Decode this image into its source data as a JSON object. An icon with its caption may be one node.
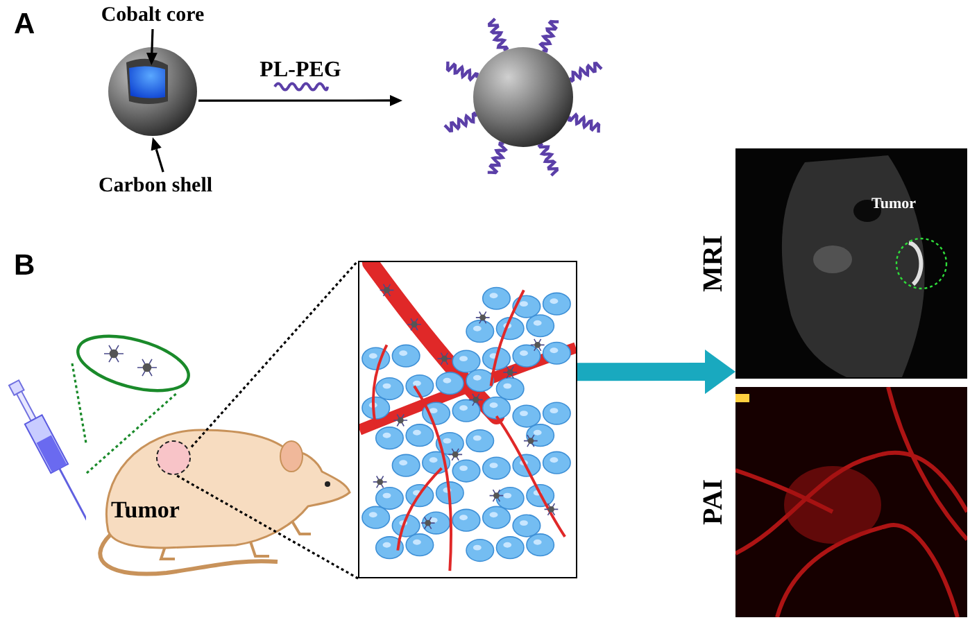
{
  "diagram": {
    "nodes": [
      {
        "text": [
          "Cobalt core"
        ]
      },
      {
        "text": [
          "Carbon shell"
        ]
      },
      {
        "text": [],
        "shape": "picture"
      },
      {
        "text": [],
        "shape": "picture",
        "in": 2
      },
      {
        "text": [],
        "shape": "picture"
      },
      {
        "text": [
          "Tumor"
        ]
      },
      {
        "text": [],
        "shape": "circle",
        "in": 5
      },
      {
        "text": [],
        "shape": "picture"
      },
      {
        "text": [],
        "shape": "ellipse"
      },
      {
        "text": [],
        "shape": "picture"
      },
      {
        "text": [
          "Tumor"
        ],
        "beside": [
          "MRI"
        ]
      },
      {
        "text": [],
        "shape": "picture",
        "beside": [
          "PAI"
        ]
      }
    ],
    "edges": [
      {
        "from": 0,
        "to": 3,
        "arrow": "to"
      },
      {
        "from": 1,
        "to": 2,
        "arrow": "to"
      },
      {
        "from": 2,
        "to": 4,
        "arrow": "to",
        "label": "PL-PEG"
      },
      {
        "from": 8,
        "to": 7,
        "arrow": "none",
        "style": "dashed",
        "color": "#1a8a2a"
      },
      {
        "from": 8,
        "to": 7,
        "arrow": "none",
        "style": "dashed",
        "color": "#1a8a2a"
      },
      {
        "from": 6,
        "to": 9,
        "arrow": "none",
        "style": "dashed"
      },
      {
        "from": 6,
        "to": 9,
        "arrow": "none",
        "style": "dashed"
      },
      {
        "from": 9,
        "to": 10,
        "arrow": "to",
        "style": "thick",
        "color": "#19a9bf"
      }
    ],
    "labels": [
      "A",
      "B"
    ]
  }
}
